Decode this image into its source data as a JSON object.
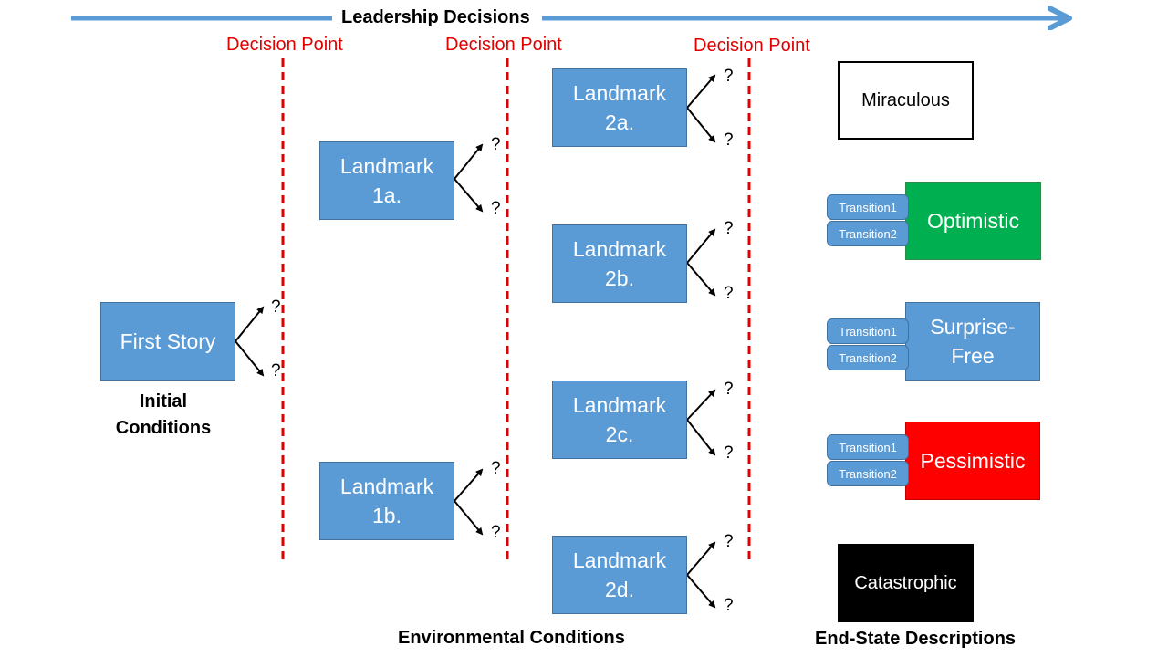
{
  "header": {
    "title": "Leadership Decisions"
  },
  "decision_points": [
    "Decision Point",
    "Decision Point",
    "Decision Point"
  ],
  "first_story": {
    "label": "First Story",
    "caption_line1": "Initial",
    "caption_line2": "Conditions"
  },
  "landmarks": [
    {
      "line1": "Landmark",
      "line2": "1a."
    },
    {
      "line1": "Landmark",
      "line2": "1b."
    },
    {
      "line1": "Landmark",
      "line2": "2a."
    },
    {
      "line1": "Landmark",
      "line2": "2b."
    },
    {
      "line1": "Landmark",
      "line2": "2c."
    },
    {
      "line1": "Landmark",
      "line2": "2d."
    }
  ],
  "question_mark": "?",
  "end_states": [
    {
      "label": "Miraculous",
      "fill": "#ffffff",
      "text_color": "#000000"
    },
    {
      "label": "Optimistic",
      "fill": "#00b050",
      "text_color": "#ffffff"
    },
    {
      "line1": "Surprise-",
      "line2": "Free",
      "fill": "#5b9bd5",
      "text_color": "#ffffff"
    },
    {
      "label": "Pessimistic",
      "fill": "#ff0000",
      "text_color": "#ffffff"
    },
    {
      "label": "Catastrophic",
      "fill": "#000000",
      "text_color": "#ffffff"
    }
  ],
  "transitions": {
    "t1": "Transition1",
    "t2": "Transition2"
  },
  "footer": {
    "environmental": "Environmental Conditions",
    "end_state": "End-State Descriptions"
  },
  "colors": {
    "accent_blue": "#5b9bd5",
    "decision_red": "#e00000"
  }
}
